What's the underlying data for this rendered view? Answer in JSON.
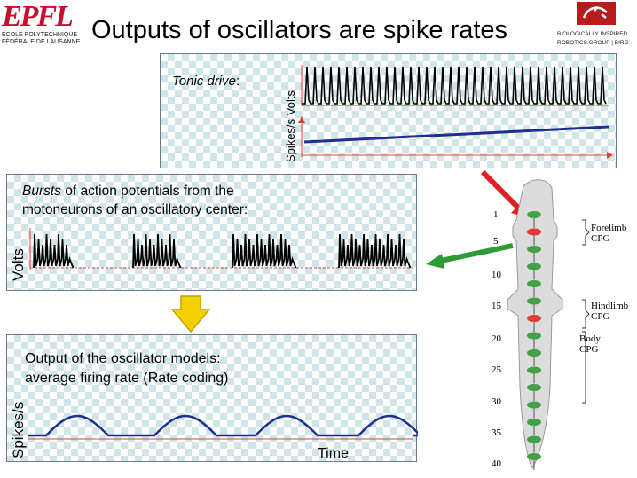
{
  "header": {
    "title": "Outputs of oscillators are spike rates",
    "epfl_logo": "EPFL",
    "epfl_line1": "ÉCOLE POLYTECHNIQUE",
    "epfl_line2": "FÉDÉRALE DE LAUSANNE",
    "birg_line1": "BIOLOGICALLY INSPIRED",
    "birg_line2": "ROBOTICS GROUP | BIRG"
  },
  "panel_tonic": {
    "label_italic": "Tonic drive",
    "label_suffix": ":",
    "axis_volts": "Volts",
    "axis_spikes": "Spikes/s"
  },
  "panel_bursts": {
    "line1_italic": "Bursts",
    "line1_rest": " of action potentials from the",
    "line2": "motoneurons of an oscillatory center:",
    "axis_volts": "Volts"
  },
  "panel_output": {
    "line1": "Output of the oscillator models:",
    "line2": "average firing rate (Rate coding)",
    "axis_spikes": "Spikes/s",
    "axis_time": "Time"
  },
  "salamander": {
    "segments": [
      "1",
      "5",
      "10",
      "15",
      "20",
      "25",
      "30",
      "35",
      "40"
    ],
    "forelimb_1": "Forelimb",
    "forelimb_2": "CPG",
    "hindlimb_1": "Hindlimb",
    "hindlimb_2": "CPG",
    "body_1": "Body",
    "body_2": "CPG"
  },
  "colors": {
    "arrow_red": "#e02020",
    "arrow_green": "#2e9b35",
    "rate_line": "#1f2f8f",
    "down_arrow": "#f5d000"
  }
}
